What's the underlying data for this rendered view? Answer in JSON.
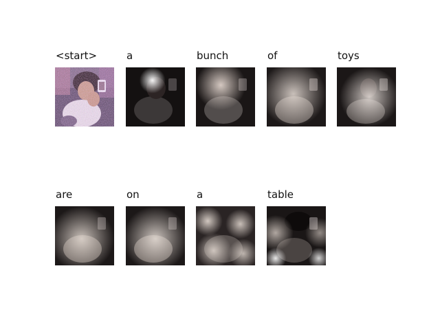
{
  "caption_words": [
    "<start>",
    "a",
    "bunch",
    "of",
    "toys",
    "are",
    "on",
    "a",
    "table"
  ],
  "frames": [
    {
      "word": "<start>",
      "kind": "original photo"
    },
    {
      "word": "a",
      "kind": "attention map"
    },
    {
      "word": "bunch",
      "kind": "attention map"
    },
    {
      "word": "of",
      "kind": "attention map"
    },
    {
      "word": "toys",
      "kind": "attention map"
    },
    {
      "word": "are",
      "kind": "attention map"
    },
    {
      "word": "on",
      "kind": "attention map"
    },
    {
      "word": "a",
      "kind": "attention map"
    },
    {
      "word": "table",
      "kind": "attention map"
    }
  ]
}
